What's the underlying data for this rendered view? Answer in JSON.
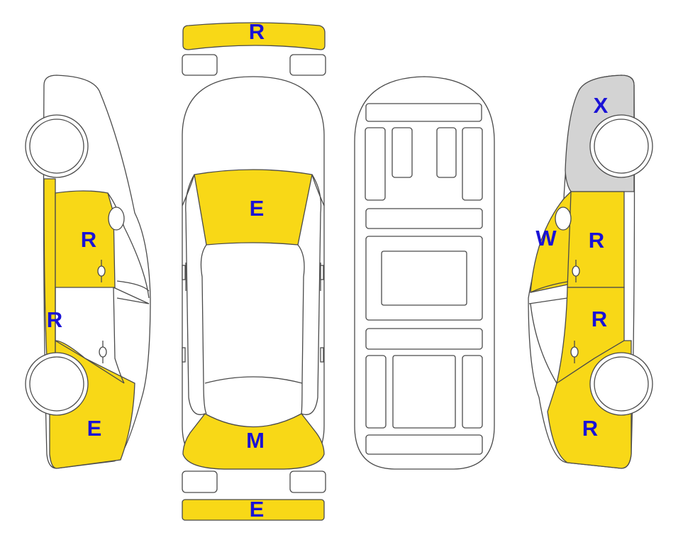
{
  "colors": {
    "damaged": "#f8d817",
    "replaced": "#d3d3d3",
    "none": "#ffffff",
    "code_text": "#1a12d6",
    "outline": "#4a4a4a"
  },
  "panels": {
    "rear_bumper": {
      "code": "R",
      "status": "damaged"
    },
    "front_bumper": {
      "code": "E",
      "status": "damaged"
    },
    "roof_front": {
      "code": "E",
      "status": "damaged"
    },
    "hood": {
      "code": "M",
      "status": "damaged"
    },
    "left_rear_door": {
      "code": "R",
      "status": "damaged"
    },
    "left_rocker": {
      "code": "R",
      "status": "damaged"
    },
    "left_front_fender": {
      "code": "E",
      "status": "damaged"
    },
    "right_rear_quarter": {
      "code": "X",
      "status": "replaced"
    },
    "right_windshield": {
      "code": "W",
      "status": "damaged"
    },
    "right_rear_door": {
      "code": "R",
      "status": "damaged"
    },
    "right_front_door": {
      "code": "R",
      "status": "damaged"
    },
    "right_front_fender": {
      "code": "R",
      "status": "damaged"
    }
  }
}
